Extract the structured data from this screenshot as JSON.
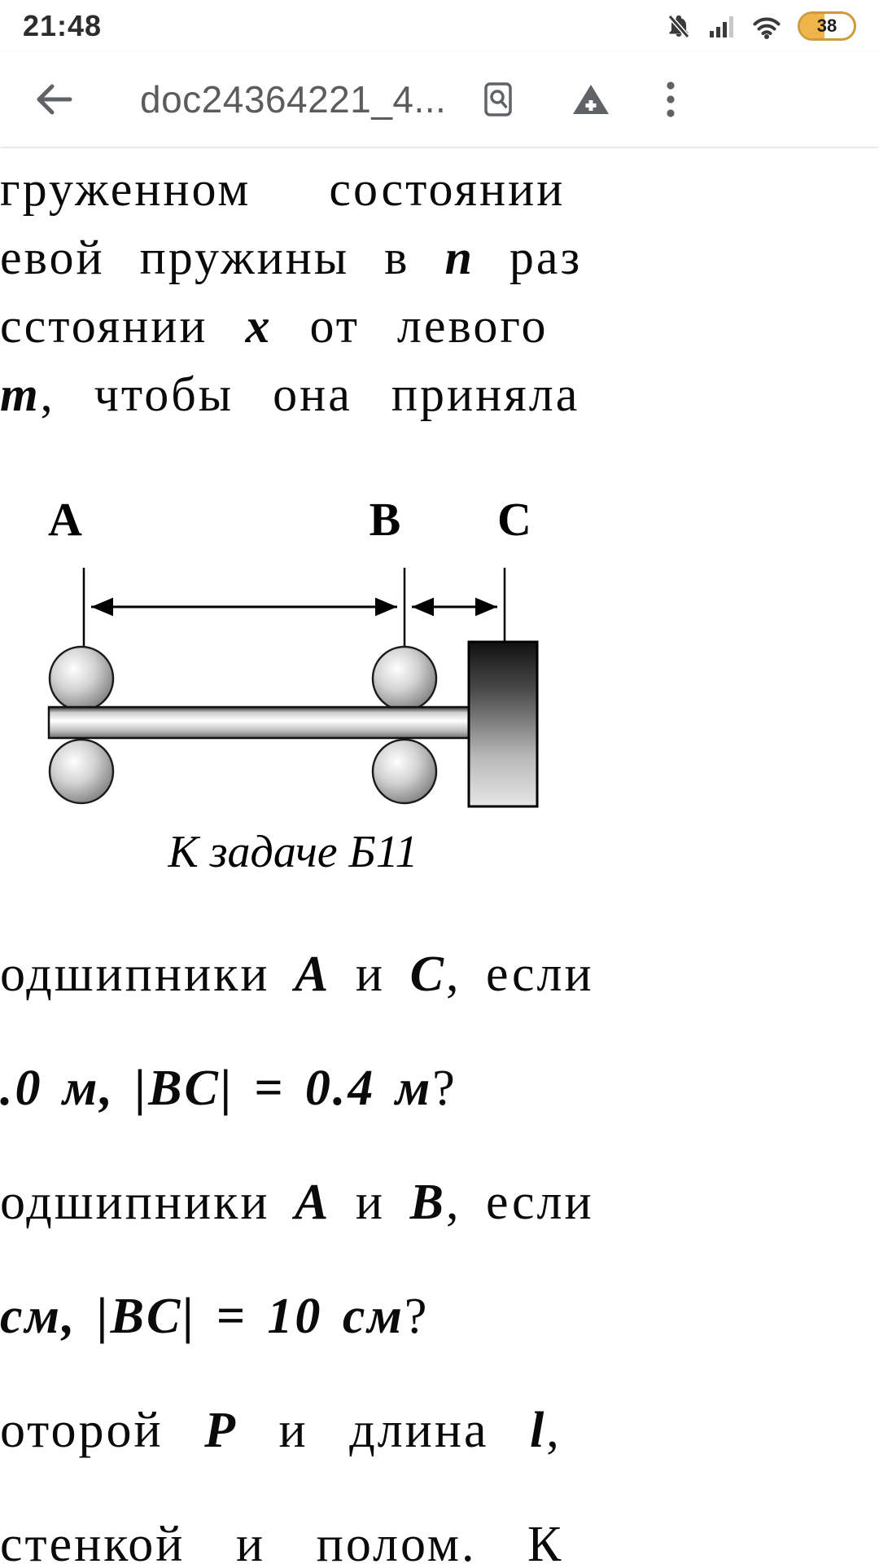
{
  "status_bar": {
    "time": "21:48",
    "battery_percent": "38"
  },
  "toolbar": {
    "title": "doc24364221_4..."
  },
  "icons": {
    "status": [
      "bell-muted-icon",
      "signal-icon",
      "wifi-icon",
      "battery-icon"
    ],
    "toolbar": [
      "back-arrow-icon",
      "find-in-page-icon",
      "add-to-drive-icon",
      "overflow-menu-icon"
    ]
  },
  "colors": {
    "toolbar_icon": "#5f6368",
    "battery_accent": "#cf9a3d",
    "text": "#0a0a0a"
  },
  "document": {
    "top_lines": [
      [
        {
          "t": "груженном состоянии"
        }
      ],
      [
        {
          "t": "евой пружины в "
        },
        {
          "t": "n",
          "v": true
        },
        {
          "t": " раз"
        }
      ],
      [
        {
          "t": "сстоянии "
        },
        {
          "t": "x",
          "v": true
        },
        {
          "t": " от левого"
        }
      ],
      [
        {
          "t": "т",
          "v": true
        },
        {
          "t": ", чтобы она приняла"
        }
      ]
    ],
    "figure": {
      "labels": [
        "A",
        "B",
        "C"
      ],
      "caption": "К задаче Б11"
    },
    "bottom_lines": [
      [
        {
          "t": "одшипники "
        },
        {
          "t": "A",
          "v": true
        },
        {
          "t": " и "
        },
        {
          "t": "C",
          "v": true
        },
        {
          "t": ", если"
        }
      ],
      [
        {
          "t": ".0 м, |BC| = 0.4 м",
          "v": true
        },
        {
          "t": "?"
        }
      ],
      [
        {
          "t": "одшипники "
        },
        {
          "t": "A",
          "v": true
        },
        {
          "t": " и "
        },
        {
          "t": "B",
          "v": true
        },
        {
          "t": ", если"
        }
      ],
      [
        {
          "t": "см, |BC| = 10 см",
          "v": true
        },
        {
          "t": "?"
        }
      ],
      [
        {
          "t": "оторой "
        },
        {
          "t": "P",
          "v": true
        },
        {
          "t": " и длина "
        },
        {
          "t": "l",
          "v": true
        },
        {
          "t": ","
        }
      ],
      [
        {
          "t": "стенкой и полом. К"
        }
      ]
    ]
  }
}
